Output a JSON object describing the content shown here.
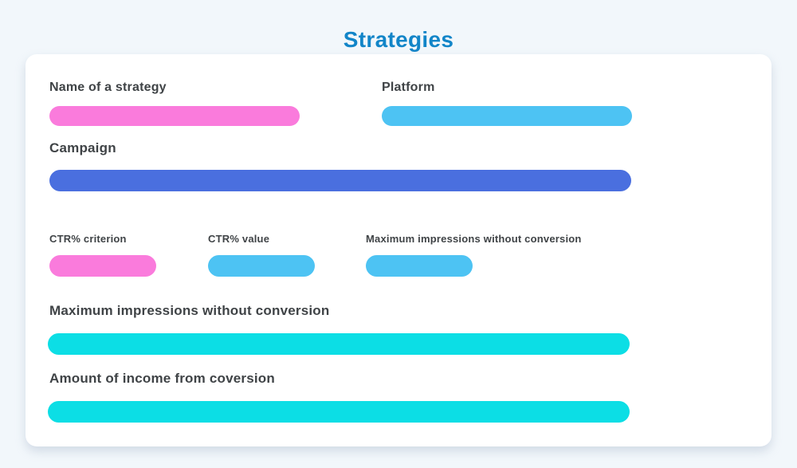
{
  "page": {
    "title": "Strategies",
    "colors": {
      "background": "#F2F7FB",
      "card_background": "#FFFFFF",
      "title_text": "#1285C8",
      "label_text": "#3F4346",
      "pink": "#FA7BDC",
      "light_blue": "#4DC3F3",
      "royal_blue": "#4A6FDF",
      "cyan": "#0CDEE5"
    }
  },
  "form": {
    "row1": [
      {
        "label": "Name of a strategy",
        "color": "#FA7BDC"
      },
      {
        "label": "Platform",
        "color": "#4DC3F3"
      }
    ],
    "campaign": {
      "label": "Campaign",
      "color": "#4A6FDF"
    },
    "ctr_row": [
      {
        "label": "CTR% criterion",
        "color": "#FA7BDC"
      },
      {
        "label": "CTR% value",
        "color": "#4DC3F3"
      },
      {
        "label": "Maximum impressions without conversion",
        "color": "#4DC3F3"
      }
    ],
    "max_impressions": {
      "label": "Maximum impressions without conversion",
      "color": "#0CDEE5"
    },
    "income": {
      "label": "Amount of income from coversion",
      "color": "#0CDEE5"
    }
  }
}
